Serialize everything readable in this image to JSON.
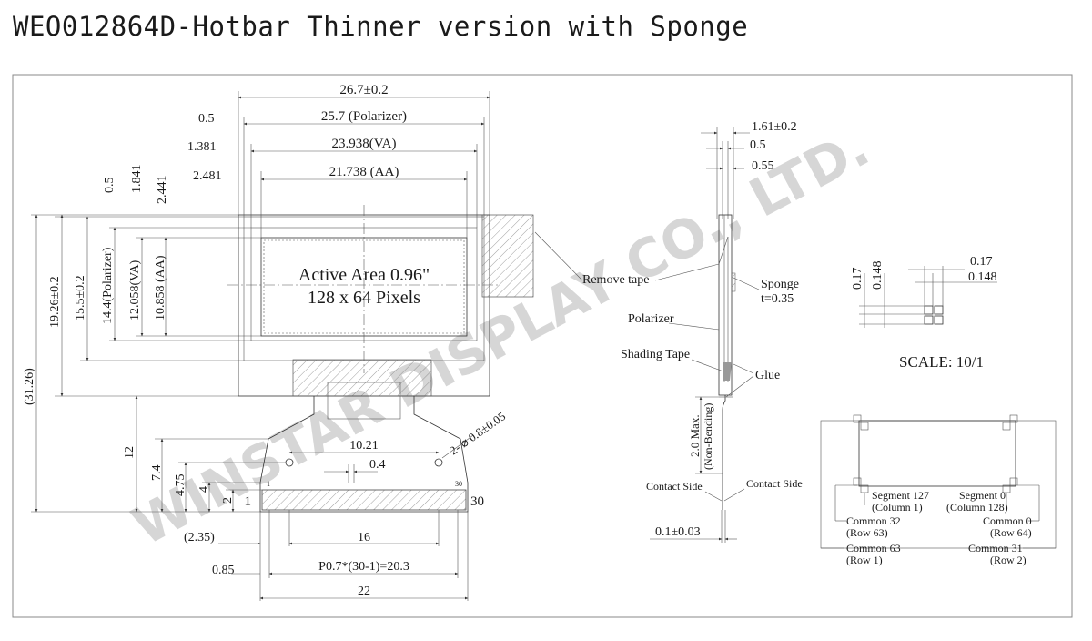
{
  "title": "WEO012864D-Hotbar Thinner version with Sponge",
  "watermark": "WINSTAR DISPLAY CO., LTD.",
  "front_view": {
    "active_area_label": "Active Area 0.96\"",
    "pixels_label": "128 x 64 Pixels",
    "dim_overall_width": "26.7±0.2",
    "dim_polarizer_offset": "0.5",
    "dim_polarizer_width": "25.7 (Polarizer)",
    "dim_va_offset": "1.381",
    "dim_va_width": "23.938(VA)",
    "dim_aa_offset": "2.481",
    "dim_aa_width": "21.738 (AA)",
    "dim_top_05": "0.5",
    "dim_top_1841": "1.841",
    "dim_top_2441": "2.441",
    "dim_total_height": "(31.26)",
    "dim_panel_height": "19.26±0.2",
    "dim_polarizer_height": "15.5±0.2",
    "dim_polarizer_height2": "14.4(Polarizer)",
    "dim_va_height": "12.058(VA)",
    "dim_aa_height": "10.858 (AA)",
    "dim_12": "12",
    "dim_74": "7.4",
    "dim_475": "4.75",
    "dim_4": "4",
    "dim_2": "2",
    "dim_1021": "10.21",
    "dim_04": "0.4",
    "dim_holes": "2- ⌀ 0.8±0.05",
    "dim_235": "(2.35)",
    "dim_16": "16",
    "dim_085": "0.85",
    "dim_pitch": "P0.7*(30-1)=20.3",
    "dim_22": "22",
    "pin_first": "1",
    "pin_last": "30",
    "pin_small_first": "1",
    "pin_small_last": "30"
  },
  "side_view": {
    "dim_thickness": "1.61±0.2",
    "dim_05": "0.5",
    "dim_055": "0.55",
    "remove_tape": "Remove tape",
    "sponge": "Sponge",
    "sponge_t": "t=0.35",
    "polarizer": "Polarizer",
    "shading_tape": "Shading Tape",
    "glue": "Glue",
    "bend_max": "2.0 Max.",
    "bend_note": "(Non-Bending)",
    "contact_left": "Contact Side",
    "contact_right": "Contact Side",
    "fpc_thickness": "0.1±0.03"
  },
  "pixel_detail": {
    "dim_017_v": "0.17",
    "dim_0148_v": "0.148",
    "dim_017_h": "0.17",
    "dim_0148_h": "0.148",
    "scale": "SCALE: 10/1"
  },
  "mapping": {
    "seg127": "Segment 127",
    "col1": "(Column 1)",
    "seg0": "Segment 0",
    "col128": "(Column 128)",
    "com32": "Common 32",
    "row63": "(Row 63)",
    "com0": "Common 0",
    "row64": "(Row 64)",
    "com63": "Common 63",
    "row1": "(Row 1)",
    "com31": "Common 31",
    "row2": "(Row 2)"
  }
}
